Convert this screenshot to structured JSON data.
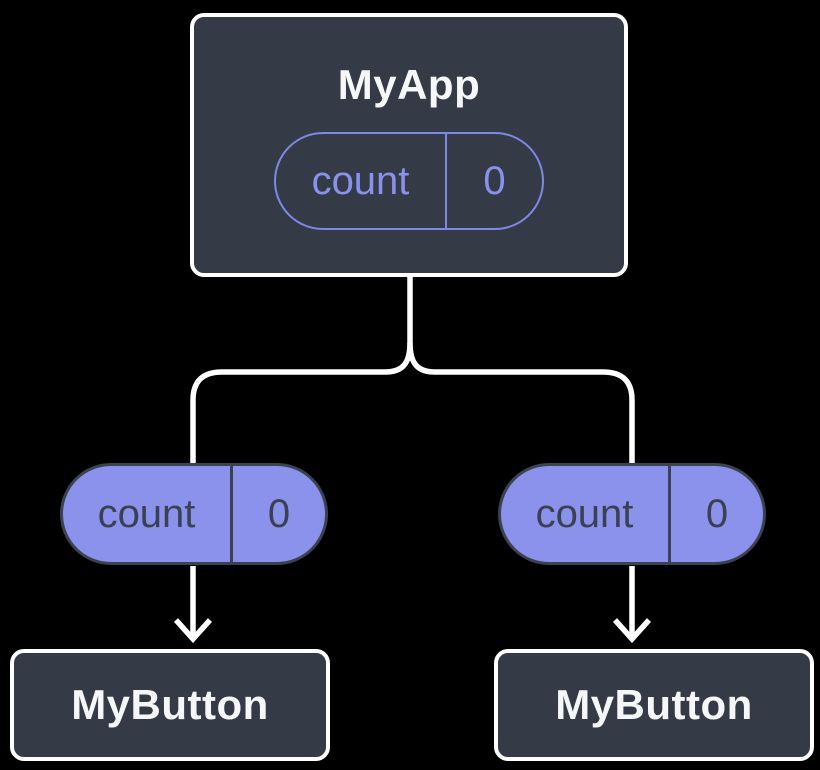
{
  "colors": {
    "background": "#000000",
    "node-fill": "#343b47",
    "node-border": "#ffffff",
    "node-text": "#f6f7f9",
    "purple-fill": "#8b92ec",
    "purple-outline": "#7f87e8",
    "purple-text": "#8a91ec",
    "pill-dark": "#3a4150",
    "line": "#ffffff"
  },
  "tree": {
    "root": {
      "label": "MyApp",
      "state": {
        "key": "count",
        "value": "0"
      }
    },
    "children": [
      {
        "label": "MyButton",
        "prop": {
          "key": "count",
          "value": "0"
        }
      },
      {
        "label": "MyButton",
        "prop": {
          "key": "count",
          "value": "0"
        }
      }
    ]
  }
}
